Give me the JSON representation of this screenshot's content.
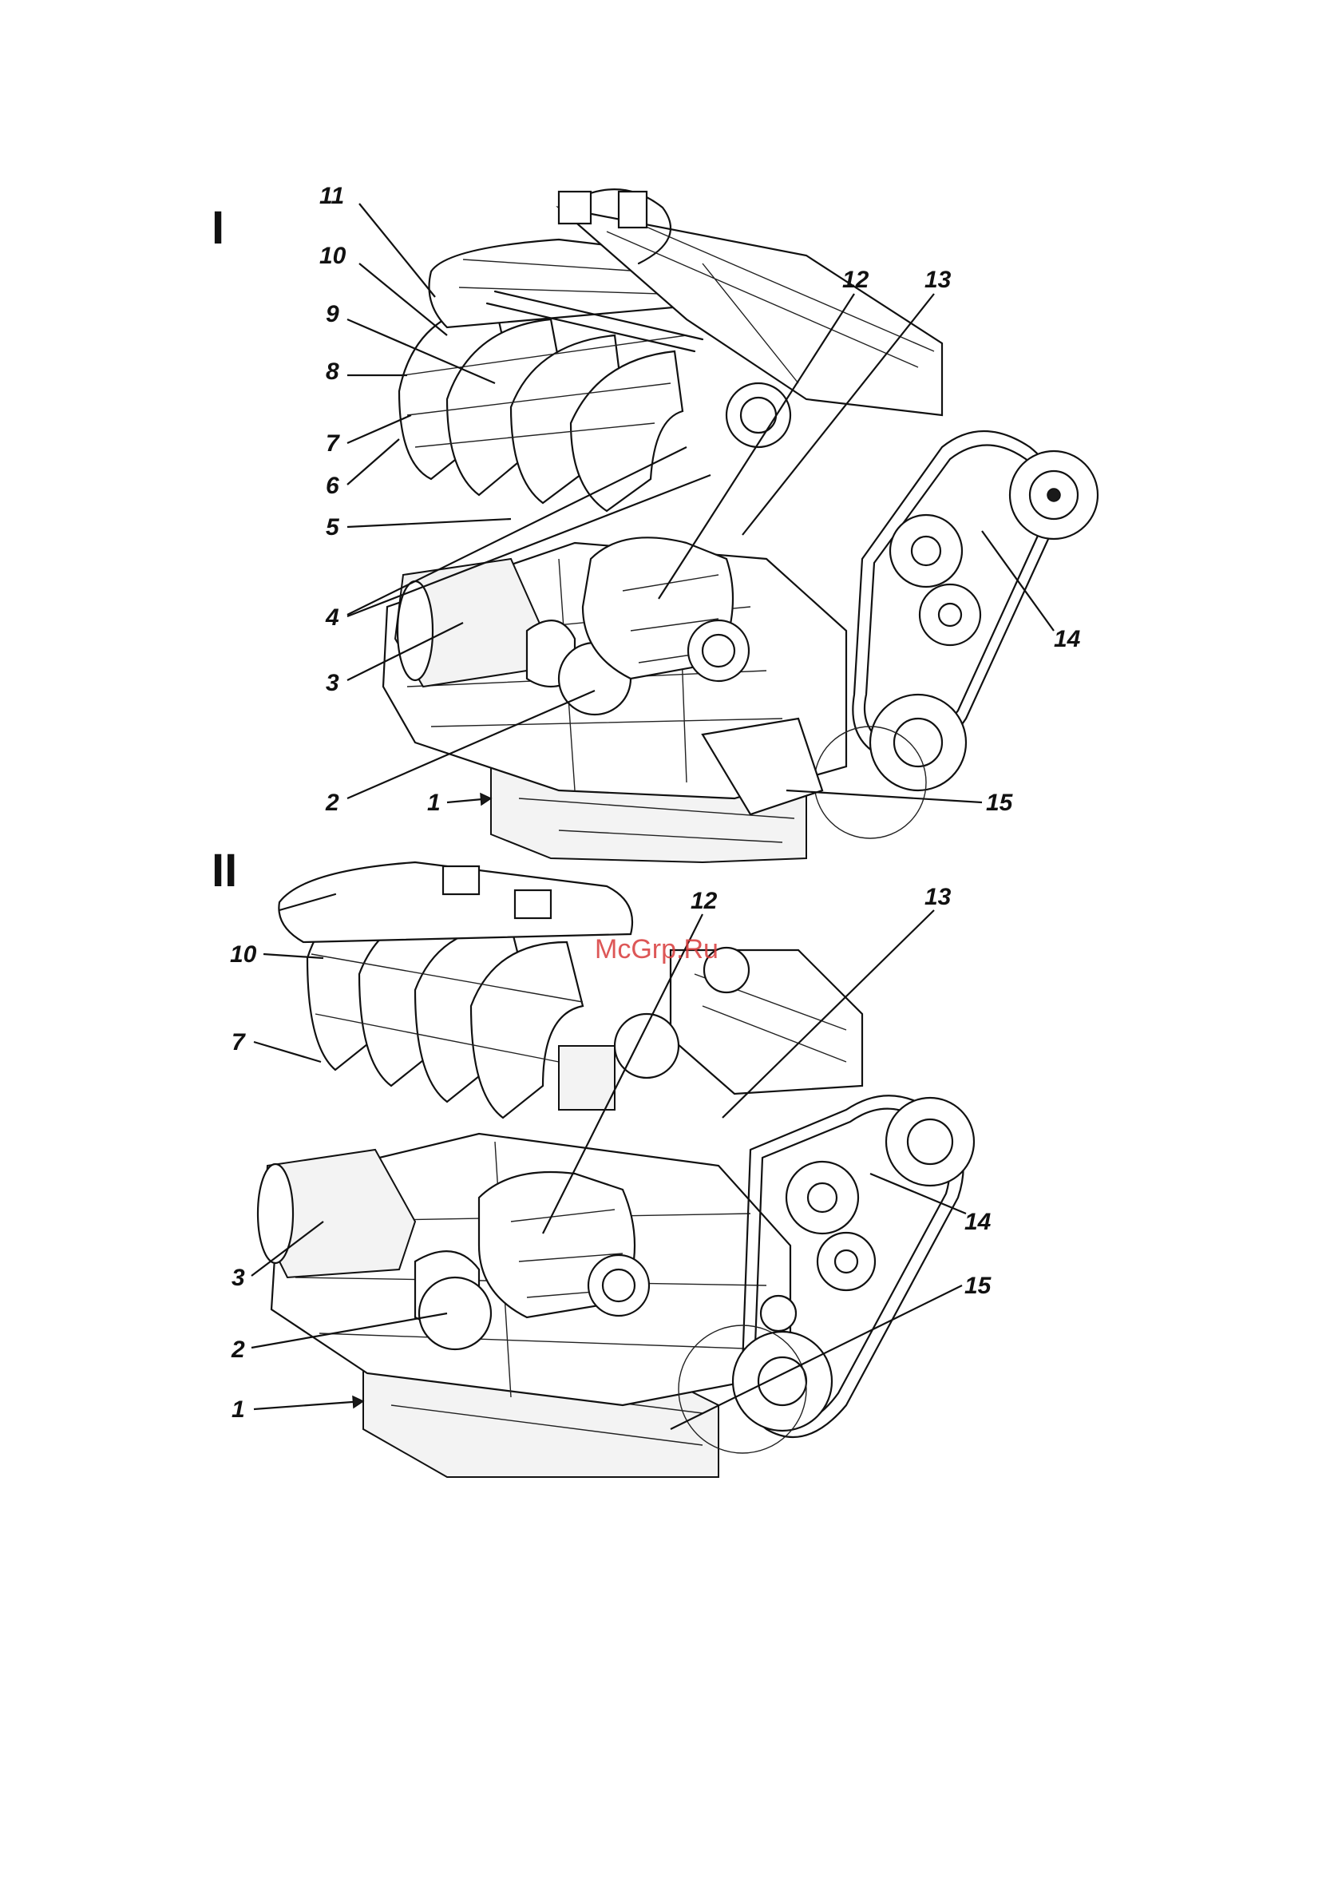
{
  "sections": [
    {
      "id": "I",
      "label": "I",
      "callouts": [
        "1",
        "2",
        "3",
        "4",
        "5",
        "6",
        "7",
        "8",
        "9",
        "10",
        "11",
        "12",
        "13",
        "14",
        "15"
      ]
    },
    {
      "id": "II",
      "label": "II",
      "callouts": [
        "1",
        "2",
        "3",
        "7",
        "10",
        "12",
        "13",
        "14",
        "15"
      ]
    }
  ],
  "watermark": "McGrp.Ru"
}
